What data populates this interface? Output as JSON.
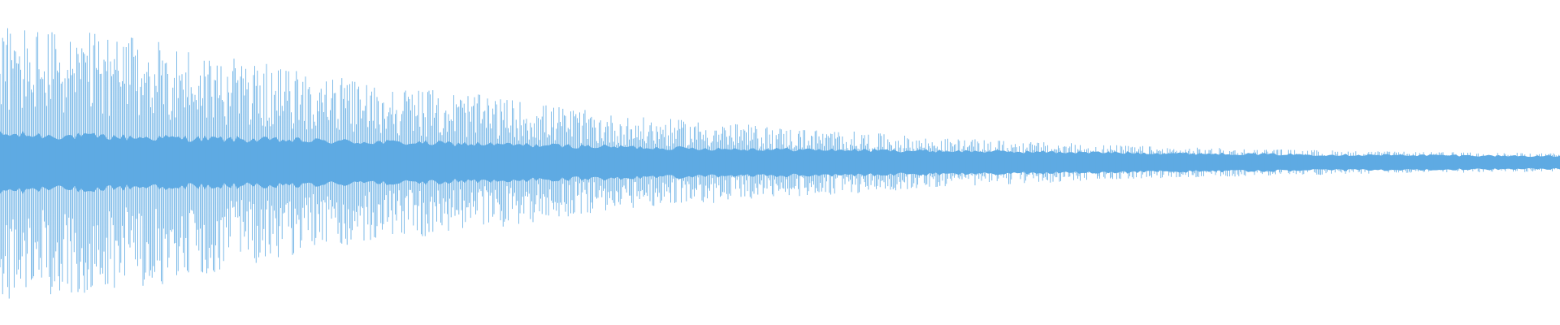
{
  "colors": {
    "background": "#ffffff",
    "waveform": "#5eaae3"
  },
  "chart_data": {
    "type": "area",
    "description_kind": "audio-waveform",
    "x_range": [
      0,
      1
    ],
    "y_range": [
      -1,
      1
    ],
    "grid": false,
    "legend": "none",
    "envelope": {
      "x": [
        0.0,
        0.05,
        0.1,
        0.15,
        0.2,
        0.25,
        0.3,
        0.35,
        0.4,
        0.45,
        0.5,
        0.55,
        0.6,
        0.65,
        0.7,
        0.75,
        0.8,
        0.85,
        0.9,
        0.95,
        1.0
      ],
      "peak": [
        0.9,
        0.85,
        0.8,
        0.68,
        0.58,
        0.5,
        0.45,
        0.38,
        0.3,
        0.27,
        0.23,
        0.2,
        0.16,
        0.14,
        0.12,
        0.1,
        0.09,
        0.08,
        0.07,
        0.065,
        0.06
      ],
      "body": [
        0.18,
        0.17,
        0.16,
        0.15,
        0.14,
        0.13,
        0.12,
        0.11,
        0.1,
        0.09,
        0.085,
        0.08,
        0.075,
        0.07,
        0.065,
        0.06,
        0.055,
        0.05,
        0.048,
        0.045,
        0.04
      ]
    }
  }
}
